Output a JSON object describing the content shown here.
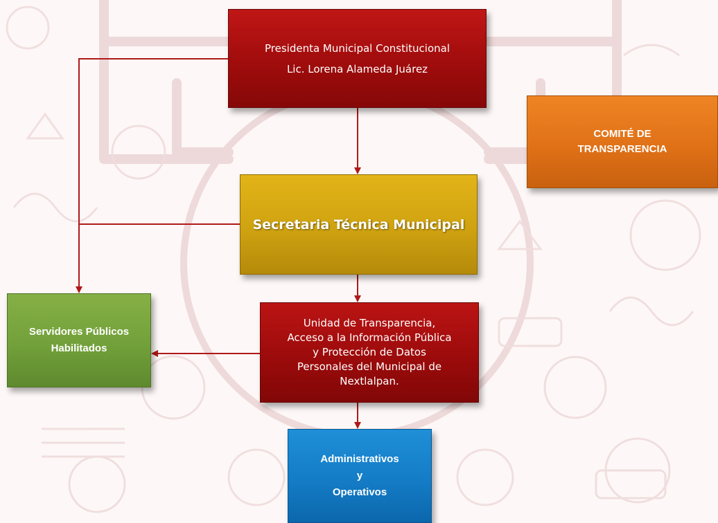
{
  "org_chart": {
    "presidenta": {
      "line1": "Presidenta Municipal Constitucional",
      "line2": "Lic. Lorena Alameda Juárez"
    },
    "secretaria": {
      "label": "Secretaria Técnica Municipal"
    },
    "unidad": {
      "lines": [
        "Unidad de Transparencia,",
        "Acceso a la Información Pública",
        "y Protección de Datos",
        "Personales del Municipal de",
        "Nextlalpan."
      ]
    },
    "servidores": {
      "lines": [
        "Servidores Públicos",
        "Habilitados"
      ]
    },
    "comite": {
      "lines": [
        "COMITÉ DE",
        "TRANSPARENCIA"
      ]
    },
    "administrativos": {
      "lines": [
        "Administrativos",
        "y",
        "Operativos"
      ]
    }
  },
  "colors": {
    "presidenta": "#a00c0c",
    "secretaria": "#cfa211",
    "unidad": "#9c0b0b",
    "servidores": "#72a03a",
    "comite": "#e07117",
    "administrativos": "#147cc6",
    "connector": "#b01818"
  }
}
